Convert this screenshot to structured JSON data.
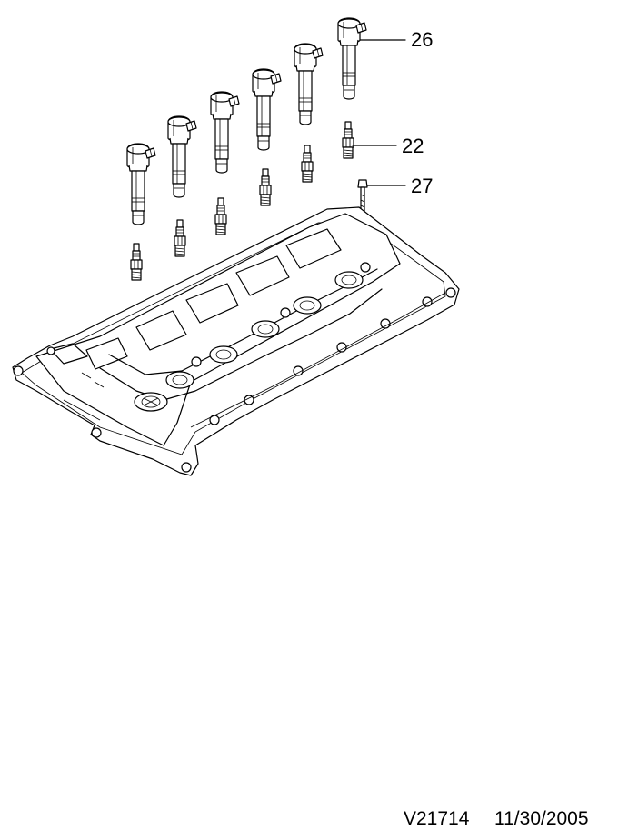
{
  "diagram": {
    "callouts": [
      {
        "id": "26",
        "label": "26",
        "part": "ignition-coil"
      },
      {
        "id": "22",
        "label": "22",
        "part": "spark-plug"
      },
      {
        "id": "27",
        "label": "27",
        "part": "bolt"
      }
    ],
    "footer": {
      "drawing_number": "V21714",
      "date": "11/30/2005"
    }
  }
}
